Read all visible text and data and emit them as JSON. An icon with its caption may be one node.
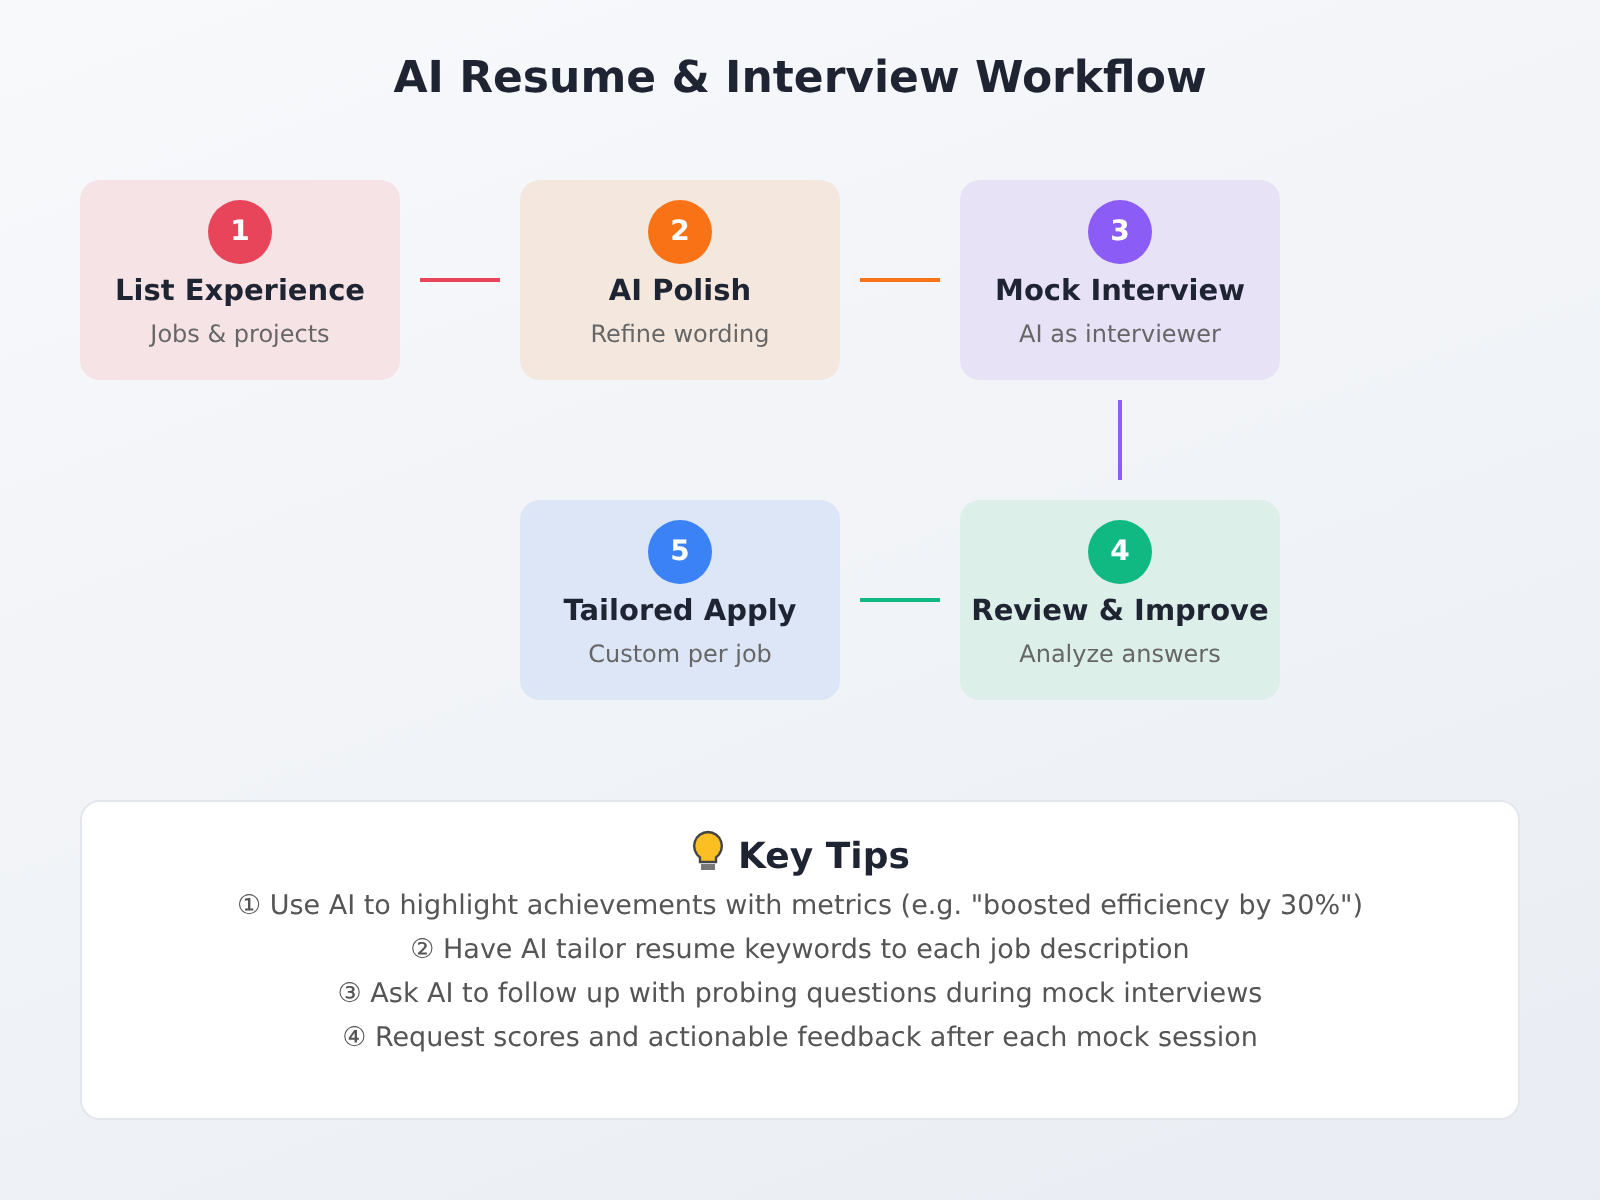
{
  "diagram": {
    "title": "AI Resume & Interview Workflow",
    "nodes": [
      {
        "text": [
          "1",
          "List Experience",
          "Jobs & projects"
        ]
      },
      {
        "text": [
          "2",
          "AI Polish",
          "Refine wording"
        ]
      },
      {
        "text": [
          "3",
          "Mock Interview",
          "AI as interviewer"
        ]
      },
      {
        "text": [
          "4",
          "Review & Improve",
          "Analyze answers"
        ]
      },
      {
        "text": [
          "5",
          "Tailored Apply",
          "Custom per job"
        ]
      },
      {
        "text": [
          "Key Tips",
          "① Use AI to highlight achievements with metrics (e.g. \"boosted efficiency by 30%\")",
          "② Have AI tailor resume keywords to each job description",
          "③ Ask AI to follow up with probing questions during mock interviews",
          "④ Request scores and actionable feedback after each mock session"
        ]
      }
    ],
    "edges": [
      {
        "from": 0,
        "to": 1,
        "arrow": "none",
        "color": "#e8445a"
      },
      {
        "from": 1,
        "to": 2,
        "arrow": "none",
        "color": "#f97316"
      },
      {
        "from": 2,
        "to": 3,
        "arrow": "none",
        "color": "#8b5cf6"
      },
      {
        "from": 3,
        "to": 4,
        "arrow": "none",
        "color": "#10b981"
      }
    ]
  }
}
